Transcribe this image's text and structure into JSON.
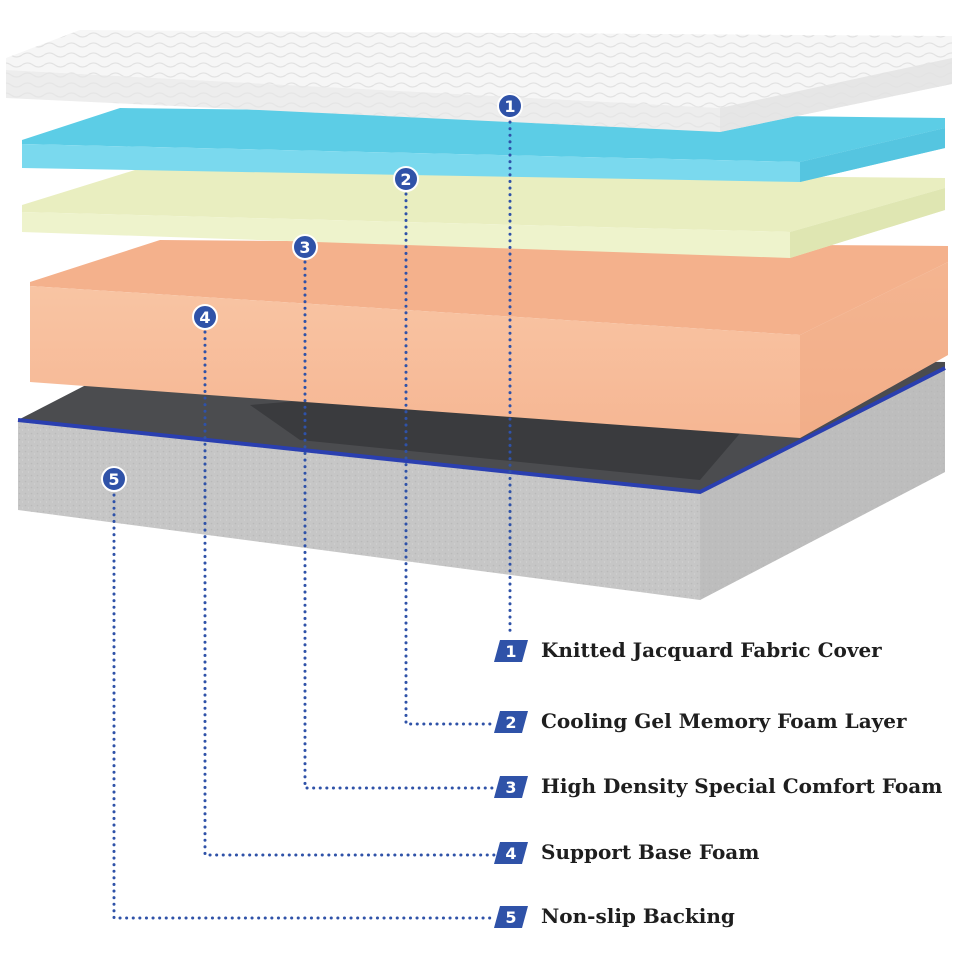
{
  "colors": {
    "accent_blue": "#2f52a8",
    "cover_white": "#f4f4f4",
    "gel_blue": "#6fd6ea",
    "comfort_yellow": "#ecf1c6",
    "base_peach": "#f8bf9c",
    "backing_gray": "#c4c4c4"
  },
  "layers": [
    {
      "number": "1",
      "label": "Knitted Jacquard Fabric Cover",
      "icon": "number-badge-icon"
    },
    {
      "number": "2",
      "label": "Cooling Gel Memory Foam Layer",
      "icon": "number-badge-icon"
    },
    {
      "number": "3",
      "label": "High Density Special Comfort Foam",
      "icon": "number-badge-icon"
    },
    {
      "number": "4",
      "label": "Support Base Foam",
      "icon": "number-badge-icon"
    },
    {
      "number": "5",
      "label": "Non-slip Backing",
      "icon": "number-badge-icon"
    }
  ]
}
